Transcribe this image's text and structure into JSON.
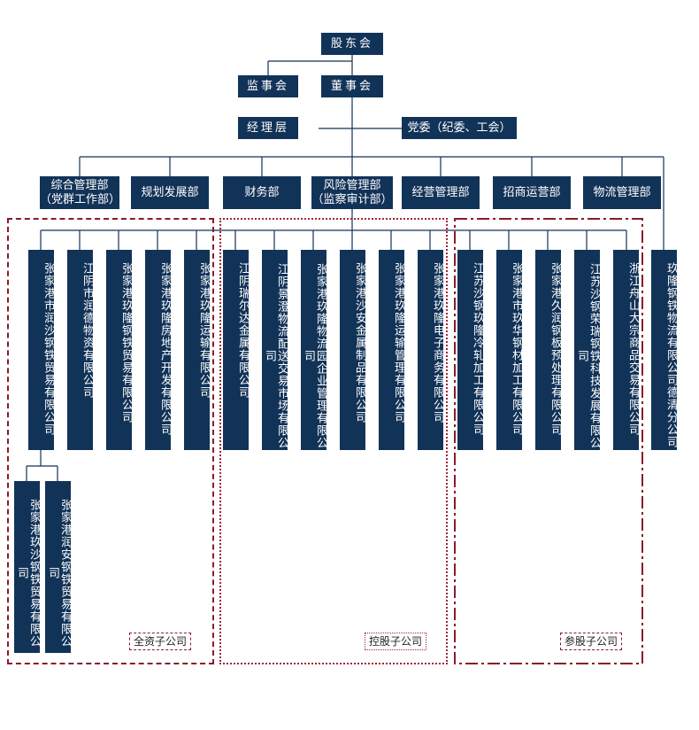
{
  "top": {
    "shareholders": "股东会",
    "supervisors": "监事会",
    "board": "董事会",
    "management": "经理层",
    "party": "党委（纪委、工会）"
  },
  "departments": [
    {
      "line1": "综合管理部",
      "line2": "（党群工作部）"
    },
    {
      "line1": "规划发展部"
    },
    {
      "line1": "财务部"
    },
    {
      "line1": "风险管理部",
      "line2": "（监察审计部）"
    },
    {
      "line1": "经营管理部"
    },
    {
      "line1": "招商运营部"
    },
    {
      "line1": "物流管理部"
    }
  ],
  "companies": [
    "张家港市润沙钢铁贸易有限公司",
    "江阴市润德物资有限公司",
    "张家港玖隆钢铁贸易有限公司",
    "张家港玖隆房地产开发有限公司",
    "张家港玖隆运输有限公司",
    "江阴瑞尔达金属有限公司",
    "江阴景澄物流配送交易市场有限公司",
    "张家港玖隆物流园企业管理有限公司",
    "张家港沙安金属制品有限公司",
    "张家港玖隆运输管理有限公司",
    "张家港玖隆电子商务有限公司",
    "江苏沙钢玖隆冷轧加工有限公司",
    "张家港市玖华钢材加工有限公司",
    "张家港久润钢板预处理有限公司",
    "江苏沙钢荣瑞钢铁科技发展有限公司",
    "浙江舟山大宗商品交易有限公司",
    "玖隆钢铁物流有限公司德清分公司"
  ],
  "sub_companies": [
    "张家港玖沙钢铁贸易有限公司",
    "张家港润安钢铁贸易有限公司"
  ],
  "groups": {
    "wholly_owned": "全资子公司",
    "controlled": "控股子公司",
    "participating": "参股子公司"
  },
  "colors": {
    "box": "#123358",
    "line": "#123358",
    "group_border": "#8b1a2b"
  }
}
